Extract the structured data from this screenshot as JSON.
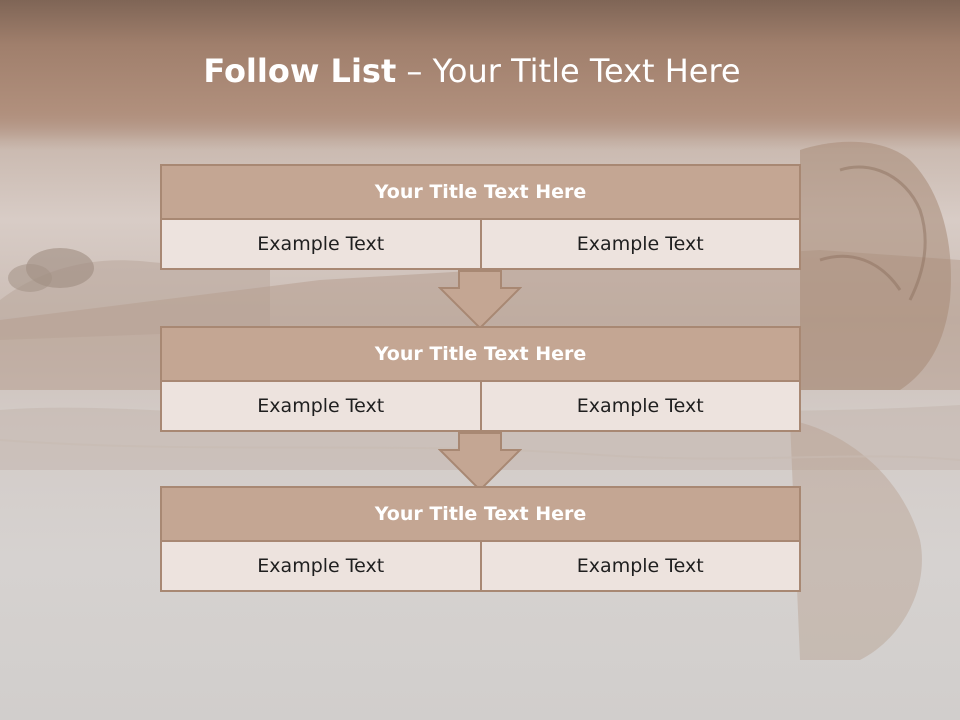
{
  "slide": {
    "title_lead": "Follow List",
    "title_separator": " – ",
    "title_rest": "Your Title Text Here"
  },
  "steps": [
    {
      "title": "Your Title Text Here",
      "left": "Example Text",
      "right": "Example Text"
    },
    {
      "title": "Your Title Text Here",
      "left": "Example Text",
      "right": "Example Text"
    },
    {
      "title": "Your Title Text Here",
      "left": "Example Text",
      "right": "Example Text"
    }
  ],
  "colors": {
    "header_band": "#a07f6c",
    "block_title_fill": "#c4a693",
    "block_border": "#a88873",
    "cell_fill": "#ede3de",
    "arrow_fill": "#c4a693"
  }
}
